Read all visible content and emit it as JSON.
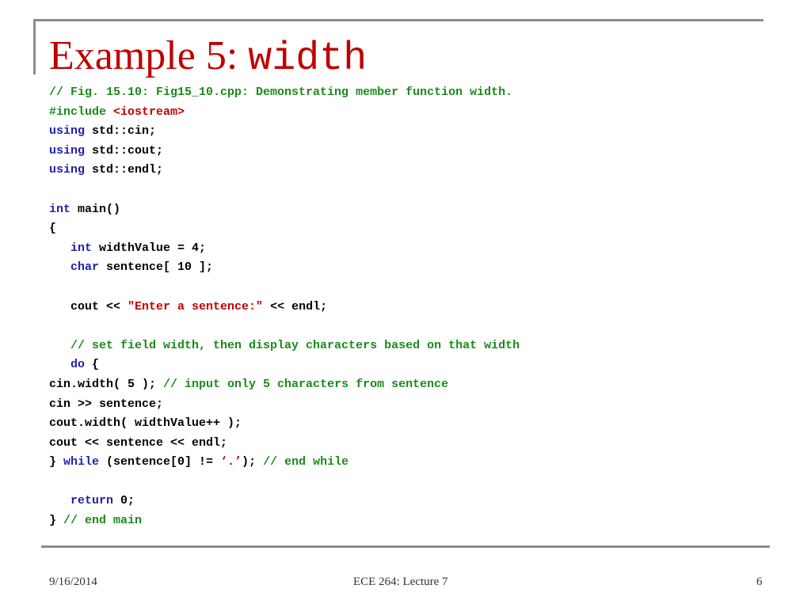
{
  "slide": {
    "title_text": "Example 5: ",
    "title_code": "width",
    "code_lines": [
      [
        {
          "t": "// Fig. 15.10: Fig15_10.cpp: Demonstrating member function width.",
          "c": "cm"
        }
      ],
      [
        {
          "t": "#include ",
          "c": "cm"
        },
        {
          "t": "<iostream>",
          "c": "st"
        }
      ],
      [
        {
          "t": "using",
          "c": "kw"
        },
        {
          "t": " std::cin;",
          "c": ""
        }
      ],
      [
        {
          "t": "using",
          "c": "kw"
        },
        {
          "t": " std::cout;",
          "c": ""
        }
      ],
      [
        {
          "t": "using",
          "c": "kw"
        },
        {
          "t": " std::endl;",
          "c": ""
        }
      ],
      [],
      [
        {
          "t": "int",
          "c": "kw"
        },
        {
          "t": " main()",
          "c": ""
        }
      ],
      [
        {
          "t": "{",
          "c": ""
        }
      ],
      [
        {
          "t": "   ",
          "c": ""
        },
        {
          "t": "int",
          "c": "kw"
        },
        {
          "t": " widthValue = 4;",
          "c": ""
        }
      ],
      [
        {
          "t": "   ",
          "c": ""
        },
        {
          "t": "char",
          "c": "kw"
        },
        {
          "t": " sentence[ 10 ];",
          "c": ""
        }
      ],
      [],
      [
        {
          "t": "   cout << ",
          "c": ""
        },
        {
          "t": "\"Enter a sentence:\"",
          "c": "st"
        },
        {
          "t": " << endl;",
          "c": ""
        }
      ],
      [],
      [
        {
          "t": "   // set field width, then display characters based on that width",
          "c": "cm"
        }
      ],
      [
        {
          "t": "   ",
          "c": ""
        },
        {
          "t": "do",
          "c": "kw"
        },
        {
          "t": " {",
          "c": ""
        }
      ],
      [
        {
          "t": "cin.width( 5 ); ",
          "c": ""
        },
        {
          "t": "// input only 5 characters from sentence",
          "c": "cm"
        }
      ],
      [
        {
          "t": "cin >> sentence;",
          "c": ""
        }
      ],
      [
        {
          "t": "cout.width( widthValue++ );",
          "c": ""
        }
      ],
      [
        {
          "t": "cout << sentence << endl;",
          "c": ""
        }
      ],
      [
        {
          "t": "} ",
          "c": ""
        },
        {
          "t": "while",
          "c": "kw"
        },
        {
          "t": " (sentence[0] != ",
          "c": ""
        },
        {
          "t": "‘.’",
          "c": "st"
        },
        {
          "t": "); ",
          "c": ""
        },
        {
          "t": "// end while",
          "c": "cm"
        }
      ],
      [],
      [
        {
          "t": "   ",
          "c": ""
        },
        {
          "t": "return",
          "c": "kw"
        },
        {
          "t": " 0;",
          "c": ""
        }
      ],
      [
        {
          "t": "} ",
          "c": ""
        },
        {
          "t": "// end main",
          "c": "cm"
        }
      ]
    ]
  },
  "footer": {
    "date": "9/16/2014",
    "center": "ECE 264: Lecture 7",
    "page": "6"
  },
  "colors": {
    "title": "#c00000",
    "keyword": "#1f1fb0",
    "comment": "#1a8a1a",
    "string": "#c00000",
    "rule": "#8c8c8c"
  }
}
